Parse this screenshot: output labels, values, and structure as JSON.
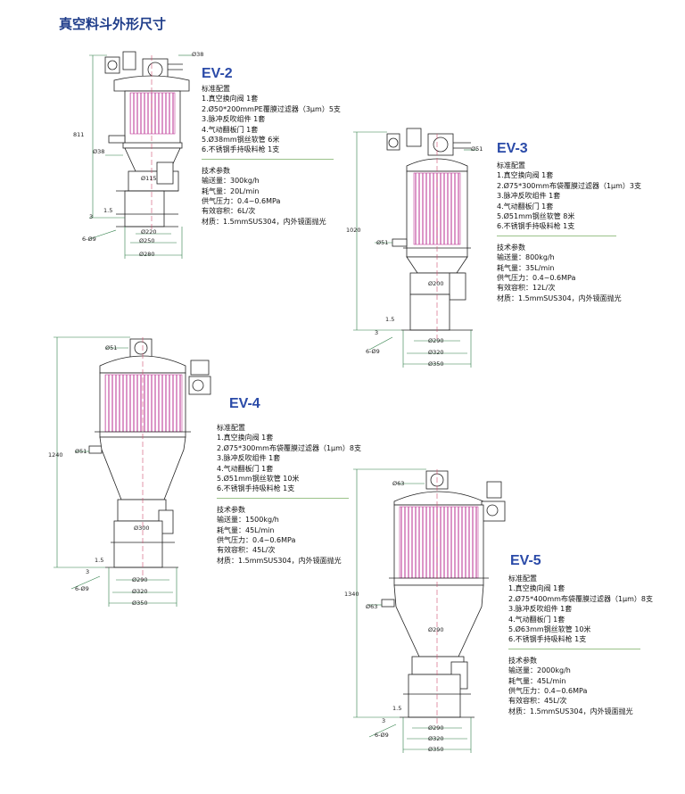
{
  "title": "真空料斗外形尺寸",
  "colors": {
    "title": "#1f3d8a",
    "model": "#2a4aa8",
    "filter": "#c0409a",
    "dim": "#2d7d46",
    "outline": "#222222"
  },
  "ev2": {
    "model": "EV-2",
    "std_header": "标准配置",
    "std": [
      "1.真空换向阀 1套",
      "2.Ø50*200mmPE覆膜过滤器（3μm）5支",
      "3.脉冲反吹组件 1套",
      "4.气动翻板门 1套",
      "5.Ø38mm钢丝软管 6米",
      "6.不锈钢手持吸料枪 1支"
    ],
    "tech_header": "技术参数",
    "tech": [
      "输送量：300kg/h",
      "耗气量：20L/min",
      "供气压力：0.4~0.6MPa",
      "有效容积：6L/次",
      "材质：1.5mmSUS304，内外镜面抛光"
    ],
    "dims": {
      "top_port": "Ø38",
      "height": "811",
      "side_port": "Ø38",
      "inner": "Ø115",
      "bolt": "6-Ø9",
      "leg": "1.5",
      "foot": "3",
      "d1": "Ø220",
      "d2": "Ø250",
      "d3": "Ø280"
    }
  },
  "ev3": {
    "model": "EV-3",
    "std_header": "标准配置",
    "std": [
      "1.真空换向阀 1套",
      "2.Ø75*300mm布袋覆膜过滤器（1μm）3支",
      "3.脉冲反吹组件 1套",
      "4.气动翻板门 1套",
      "5.Ø51mm钢丝软管 8米",
      "6.不锈钢手持吸料枪 1支"
    ],
    "tech_header": "技术参数",
    "tech": [
      "输送量：800kg/h",
      "耗气量：35L/min",
      "供气压力：0.4~0.6MPa",
      "有效容积：12L/次",
      "材质：1.5mmSUS304，内外镜面抛光"
    ],
    "dims": {
      "top_port": "Ø51",
      "height": "1020",
      "side_port": "Ø51",
      "inner": "Ø200",
      "bolt": "6-Ø9",
      "leg": "1.5",
      "foot": "3",
      "d1": "Ø290",
      "d2": "Ø320",
      "d3": "Ø350"
    }
  },
  "ev4": {
    "model": "EV-4",
    "std_header": "标准配置",
    "std": [
      "1.真空换向阀 1套",
      "2.Ø75*300mm布袋覆膜过滤器（1μm）8支",
      "3.脉冲反吹组件 1套",
      "4.气动翻板门 1套",
      "5.Ø51mm钢丝软管 10米",
      "6.不锈钢手持吸料枪 1支"
    ],
    "tech_header": "技术参数",
    "tech": [
      "输送量：1500kg/h",
      "耗气量：45L/min",
      "供气压力：0.4~0.6MPa",
      "有效容积：45L/次",
      "材质：1.5mmSUS304，内外镜面抛光"
    ],
    "dims": {
      "top_port": "Ø51",
      "height": "1240",
      "side_port": "Ø51",
      "inner": "Ø300",
      "bolt": "6-Ø9",
      "leg": "1.5",
      "foot": "3",
      "d1": "Ø290",
      "d2": "Ø320",
      "d3": "Ø350"
    }
  },
  "ev5": {
    "model": "EV-5",
    "std_header": "标准配置",
    "std": [
      "1.真空换向阀 1套",
      "2.Ø75*400mm布袋覆膜过滤器（1μm）8支",
      "3.脉冲反吹组件 1套",
      "4.气动翻板门 1套",
      "5.Ø63mm钢丝软管 10米",
      "6.不锈钢手持吸料枪 1支"
    ],
    "tech_header": "技术参数",
    "tech": [
      "输送量：2000kg/h",
      "耗气量：45L/min",
      "供气压力：0.4~0.6MPa",
      "有效容积：45L/次",
      "材质：1.5mmSUS304，内外镜面抛光"
    ],
    "dims": {
      "top_port": "Ø63",
      "height": "1340",
      "side_port": "Ø63",
      "inner": "Ø290",
      "bolt": "6-Ø9",
      "leg": "1.5",
      "foot": "3",
      "d1": "Ø290",
      "d2": "Ø320",
      "d3": "Ø350"
    }
  }
}
